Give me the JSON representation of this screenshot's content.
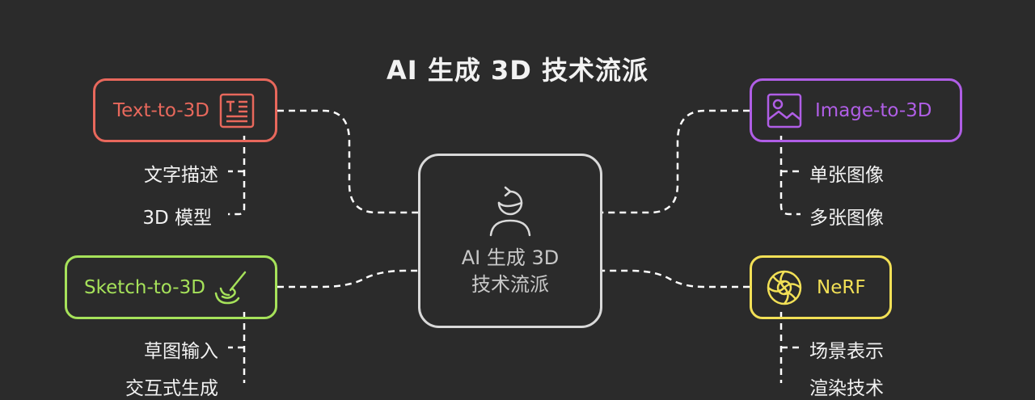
{
  "title": "AI 生成 3D 技术流派",
  "center": {
    "line1": "AI 生成 3D",
    "line2": "技术流派",
    "icon": "person-refresh-icon"
  },
  "branches": {
    "text_to_3d": {
      "label": "Text-to-3D",
      "color": "#e8685c",
      "icon": "text-document-icon",
      "items": [
        "文字描述",
        "3D 模型"
      ]
    },
    "sketch_to_3d": {
      "label": "Sketch-to-3D",
      "color": "#a6e25a",
      "icon": "brush-icon",
      "items": [
        "草图输入",
        "交互式生成"
      ]
    },
    "image_to_3d": {
      "label": "Image-to-3D",
      "color": "#b05ee6",
      "icon": "image-icon",
      "items": [
        "单张图像",
        "多张图像"
      ]
    },
    "nerf": {
      "label": "NeRF",
      "color": "#f2e056",
      "icon": "globe-mesh-icon",
      "items": [
        "场景表示",
        "渲染技术"
      ]
    }
  }
}
